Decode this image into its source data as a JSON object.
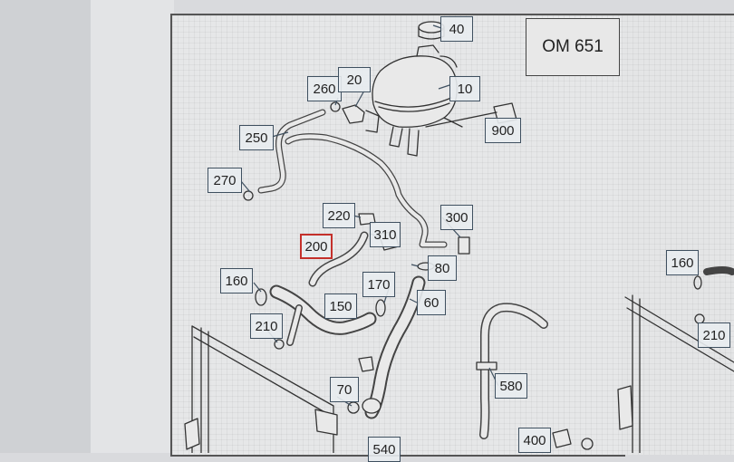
{
  "diagram": {
    "title": "OM 651",
    "highlight_color": "#c4302b",
    "callouts": [
      {
        "id": "c40",
        "label": "40"
      },
      {
        "id": "c260",
        "label": "260"
      },
      {
        "id": "c20",
        "label": "20"
      },
      {
        "id": "c10",
        "label": "10"
      },
      {
        "id": "c900",
        "label": "900"
      },
      {
        "id": "c250",
        "label": "250"
      },
      {
        "id": "c270",
        "label": "270"
      },
      {
        "id": "c220",
        "label": "220"
      },
      {
        "id": "c310",
        "label": "310"
      },
      {
        "id": "c300",
        "label": "300"
      },
      {
        "id": "c200",
        "label": "200",
        "highlighted": true
      },
      {
        "id": "c80",
        "label": "80"
      },
      {
        "id": "c160",
        "label": "160"
      },
      {
        "id": "c170",
        "label": "170"
      },
      {
        "id": "c60",
        "label": "60"
      },
      {
        "id": "c150",
        "label": "150"
      },
      {
        "id": "c210",
        "label": "210"
      },
      {
        "id": "c70",
        "label": "70"
      },
      {
        "id": "c580",
        "label": "580"
      },
      {
        "id": "c540",
        "label": "540"
      },
      {
        "id": "c400",
        "label": "400"
      },
      {
        "id": "c160b",
        "label": "160"
      },
      {
        "id": "c210b",
        "label": "210"
      }
    ]
  }
}
